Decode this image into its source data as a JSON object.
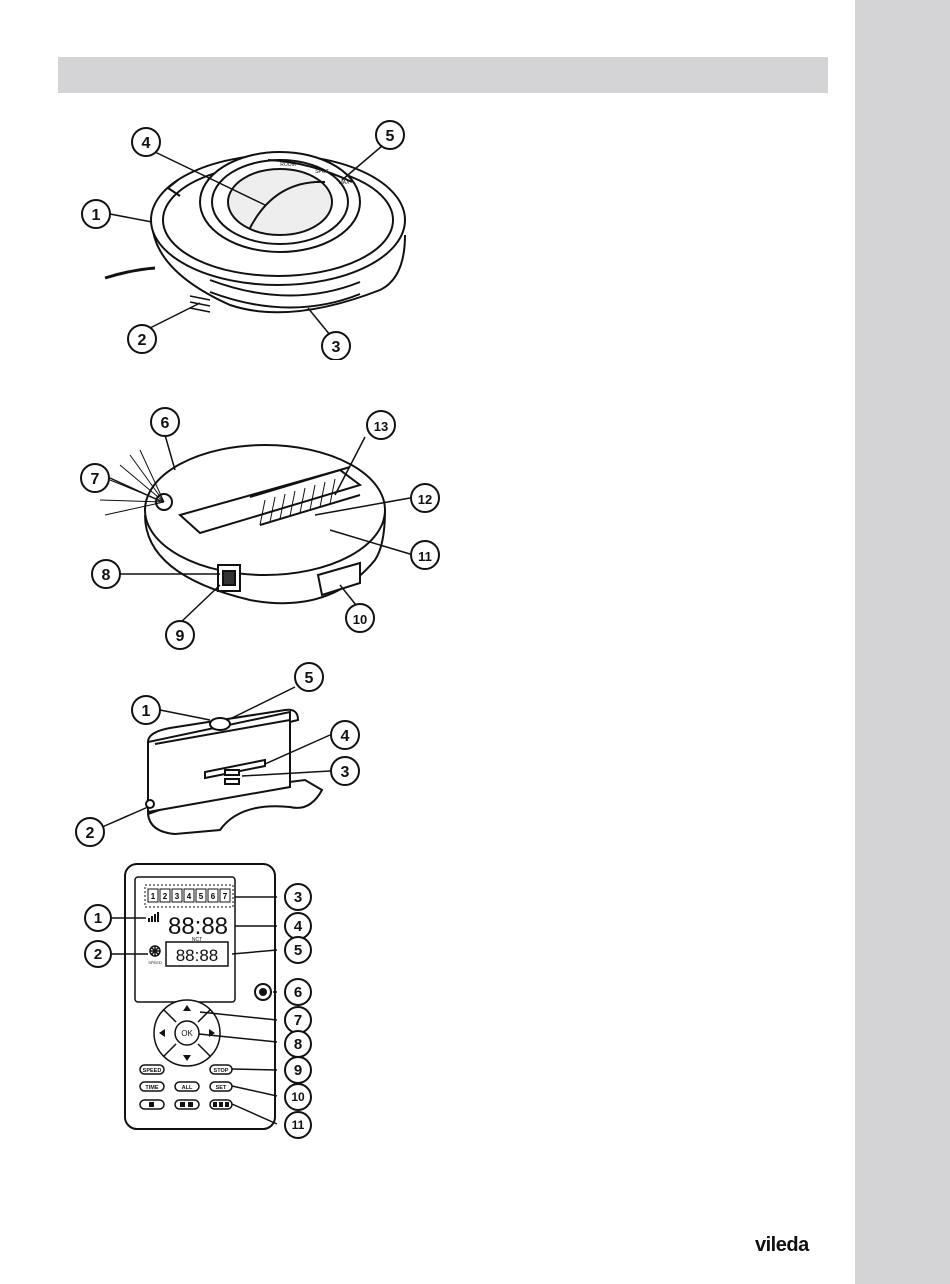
{
  "robot_top": {
    "callouts": [
      "1",
      "2",
      "3",
      "4",
      "5"
    ],
    "button_labels": [
      "ROOM",
      "SPOT",
      "MAX"
    ]
  },
  "robot_bottom": {
    "callouts": [
      "6",
      "7",
      "8",
      "9",
      "10",
      "11",
      "12",
      "13"
    ]
  },
  "dock": {
    "callouts": [
      "1",
      "2",
      "3",
      "4",
      "5"
    ]
  },
  "remote": {
    "callouts": [
      "1",
      "2",
      "3",
      "4",
      "5",
      "6",
      "7",
      "8",
      "9",
      "10",
      "11"
    ],
    "days": [
      "1",
      "2",
      "3",
      "4",
      "5",
      "6",
      "7"
    ],
    "time_display": "88:88",
    "sub_display": "88:88",
    "sub_display_tag": "NCT",
    "fan_label": "SPEED",
    "buttons": {
      "ok": "OK",
      "speed": "SPEED",
      "stop": "STOP",
      "time": "TIME",
      "all": "ALL",
      "set": "SET"
    }
  },
  "brand": {
    "logo": "vileda"
  }
}
